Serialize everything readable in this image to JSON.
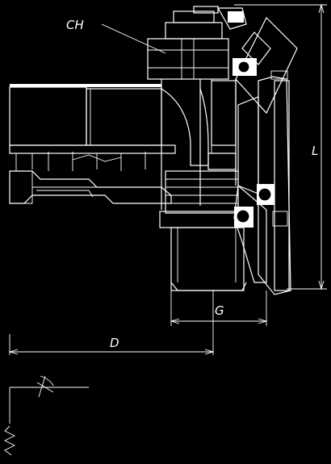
{
  "diagram": {
    "labels": {
      "ch": "CH",
      "l": "L",
      "g": "G",
      "d": "D"
    }
  },
  "colors": {
    "background": "#000000",
    "ink": "#ffffff"
  }
}
